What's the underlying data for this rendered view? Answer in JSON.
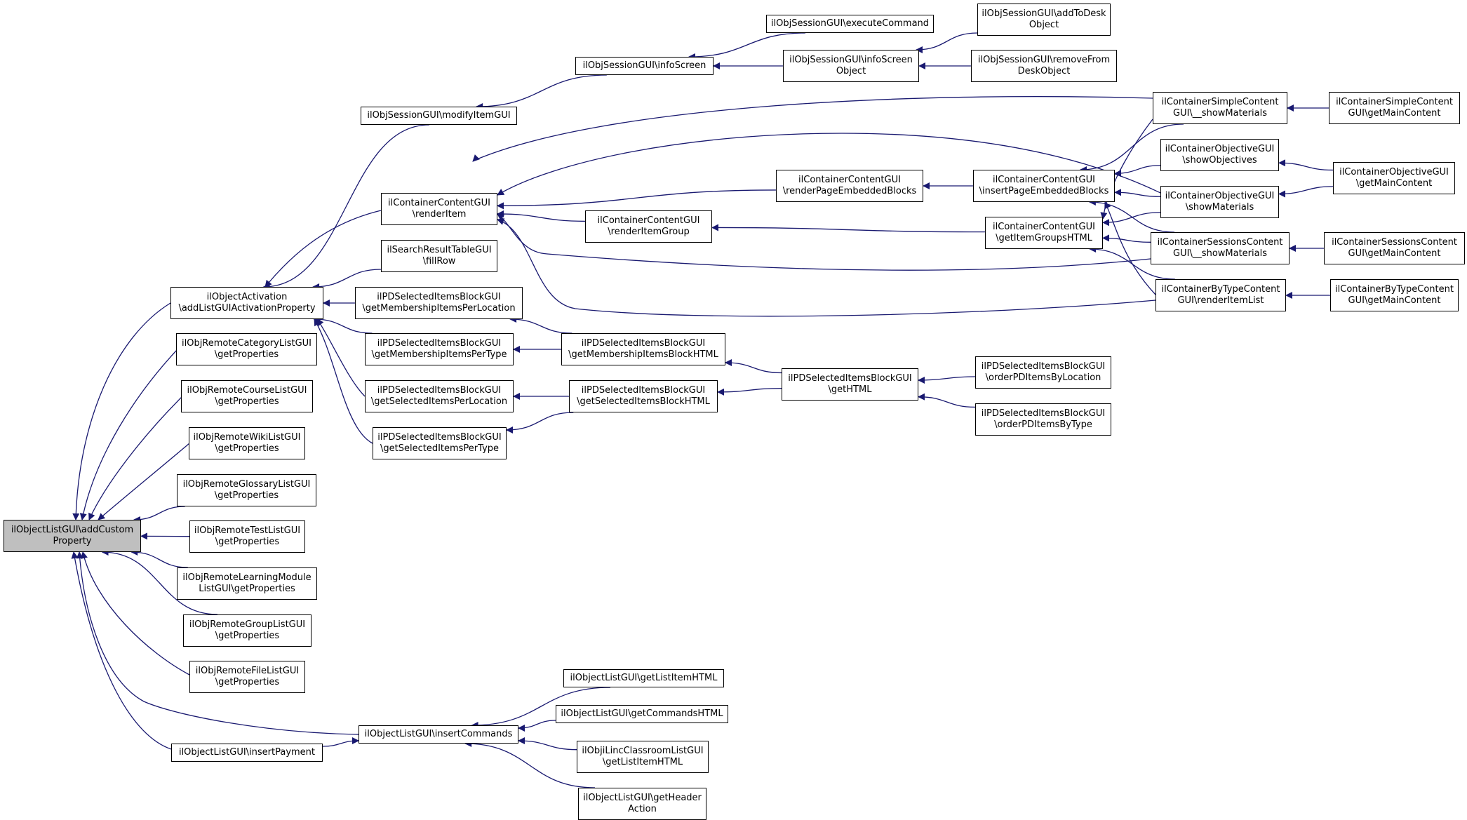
{
  "colors": {
    "edge": "#191970",
    "root_fill": "#bfbfbf",
    "node_fill": "#ffffff",
    "node_border": "#000000"
  },
  "nodes": [
    {
      "id": "root",
      "lines": [
        "ilObjectListGUI\\addCustom",
        "Property"
      ],
      "root": true
    },
    {
      "id": "oa",
      "lines": [
        "ilObjectActivation",
        "\\addListGUIActivationProperty"
      ]
    },
    {
      "id": "rcat",
      "lines": [
        "ilObjRemoteCategoryListGUI",
        "\\getProperties"
      ]
    },
    {
      "id": "rcrs",
      "lines": [
        "ilObjRemoteCourseListGUI",
        "\\getProperties"
      ]
    },
    {
      "id": "rwiki",
      "lines": [
        "ilObjRemoteWikiListGUI",
        "\\getProperties"
      ]
    },
    {
      "id": "rglo",
      "lines": [
        "ilObjRemoteGlossaryListGUI",
        "\\getProperties"
      ]
    },
    {
      "id": "rtst",
      "lines": [
        "ilObjRemoteTestListGUI",
        "\\getProperties"
      ]
    },
    {
      "id": "rlm",
      "lines": [
        "ilObjRemoteLearningModule",
        "ListGUI\\getProperties"
      ]
    },
    {
      "id": "rgrp",
      "lines": [
        "ilObjRemoteGroupListGUI",
        "\\getProperties"
      ]
    },
    {
      "id": "rfile",
      "lines": [
        "ilObjRemoteFileListGUI",
        "\\getProperties"
      ]
    },
    {
      "id": "pay",
      "lines": [
        "ilObjectListGUI\\insertPayment"
      ]
    },
    {
      "id": "ic",
      "lines": [
        "ilObjectListGUI\\insertCommands"
      ]
    },
    {
      "id": "smi",
      "lines": [
        "ilObjSessionGUI\\modifyItemGUI"
      ]
    },
    {
      "id": "ri",
      "lines": [
        "ilContainerContentGUI",
        "\\renderItem"
      ]
    },
    {
      "id": "srt",
      "lines": [
        "ilSearchResultTableGUI",
        "\\fillRow"
      ]
    },
    {
      "id": "pmloc",
      "lines": [
        "ilPDSelectedItemsBlockGUI",
        "\\getMembershipItemsPerLocation"
      ]
    },
    {
      "id": "pmtype",
      "lines": [
        "ilPDSelectedItemsBlockGUI",
        "\\getMembershipItemsPerType"
      ]
    },
    {
      "id": "psloc",
      "lines": [
        "ilPDSelectedItemsBlockGUI",
        "\\getSelectedItemsPerLocation"
      ]
    },
    {
      "id": "pstype",
      "lines": [
        "ilPDSelectedItemsBlockGUI",
        "\\getSelectedItemsPerType"
      ]
    },
    {
      "id": "sis",
      "lines": [
        "ilObjSessionGUI\\infoScreen"
      ]
    },
    {
      "id": "sexec",
      "lines": [
        "ilObjSessionGUI\\executeCommand"
      ]
    },
    {
      "id": "siso",
      "lines": [
        "ilObjSessionGUI\\infoScreen",
        "Object"
      ]
    },
    {
      "id": "sadd",
      "lines": [
        "ilObjSessionGUI\\addToDesk",
        "Object"
      ]
    },
    {
      "id": "srem",
      "lines": [
        "ilObjSessionGUI\\removeFrom",
        "DeskObject"
      ]
    },
    {
      "id": "rpeb",
      "lines": [
        "ilContainerContentGUI",
        "\\renderPageEmbeddedBlocks"
      ]
    },
    {
      "id": "rig",
      "lines": [
        "ilContainerContentGUI",
        "\\renderItemGroup"
      ]
    },
    {
      "id": "ipeb",
      "lines": [
        "ilContainerContentGUI",
        "\\insertPageEmbeddedBlocks"
      ]
    },
    {
      "id": "gigh",
      "lines": [
        "ilContainerContentGUI",
        "\\getItemGroupsHTML"
      ]
    },
    {
      "id": "csm",
      "lines": [
        "ilContainerSimpleContent",
        "GUI\\__showMaterials"
      ]
    },
    {
      "id": "csmain",
      "lines": [
        "ilContainerSimpleContent",
        "GUI\\getMainContent"
      ]
    },
    {
      "id": "cso",
      "lines": [
        "ilContainerObjectiveGUI",
        "\\showObjectives"
      ]
    },
    {
      "id": "cosm",
      "lines": [
        "ilContainerObjectiveGUI",
        "\\showMaterials"
      ]
    },
    {
      "id": "comain",
      "lines": [
        "ilContainerObjectiveGUI",
        "\\getMainContent"
      ]
    },
    {
      "id": "cssm",
      "lines": [
        "ilContainerSessionsContent",
        "GUI\\__showMaterials"
      ]
    },
    {
      "id": "cssmain",
      "lines": [
        "ilContainerSessionsContent",
        "GUI\\getMainContent"
      ]
    },
    {
      "id": "cbt",
      "lines": [
        "ilContainerByTypeContent",
        "GUI\\renderItemList"
      ]
    },
    {
      "id": "cbtmain",
      "lines": [
        "ilContainerByTypeContent",
        "GUI\\getMainContent"
      ]
    },
    {
      "id": "pgmb",
      "lines": [
        "ilPDSelectedItemsBlockGUI",
        "\\getMembershipItemsBlockHTML"
      ]
    },
    {
      "id": "pgsb",
      "lines": [
        "ilPDSelectedItemsBlockGUI",
        "\\getSelectedItemsBlockHTML"
      ]
    },
    {
      "id": "pgh",
      "lines": [
        "ilPDSelectedItemsBlockGUI",
        "\\getHTML"
      ]
    },
    {
      "id": "poloc",
      "lines": [
        "ilPDSelectedItemsBlockGUI",
        "\\orderPDItemsByLocation"
      ]
    },
    {
      "id": "potype",
      "lines": [
        "ilPDSelectedItemsBlockGUI",
        "\\orderPDItemsByType"
      ]
    },
    {
      "id": "glih",
      "lines": [
        "ilObjectListGUI\\getListItemHTML"
      ]
    },
    {
      "id": "gch",
      "lines": [
        "ilObjectListGUI\\getCommandsHTML"
      ]
    },
    {
      "id": "ilinc",
      "lines": [
        "ilObjiLincClassroomListGUI",
        "\\getListItemHTML"
      ]
    },
    {
      "id": "gha",
      "lines": [
        "ilObjectListGUI\\getHeader",
        "Action"
      ]
    }
  ],
  "edges": [
    [
      "oa",
      "root"
    ],
    [
      "rcat",
      "root"
    ],
    [
      "rcrs",
      "root"
    ],
    [
      "rwiki",
      "root"
    ],
    [
      "rglo",
      "root"
    ],
    [
      "rtst",
      "root"
    ],
    [
      "rlm",
      "root"
    ],
    [
      "rgrp",
      "root"
    ],
    [
      "rfile",
      "root"
    ],
    [
      "pay",
      "root"
    ],
    [
      "ic",
      "root"
    ],
    [
      "smi",
      "oa"
    ],
    [
      "ri",
      "oa"
    ],
    [
      "srt",
      "oa"
    ],
    [
      "pmloc",
      "oa"
    ],
    [
      "pmtype",
      "oa"
    ],
    [
      "psloc",
      "oa"
    ],
    [
      "pstype",
      "oa"
    ],
    [
      "sis",
      "smi"
    ],
    [
      "sexec",
      "sis"
    ],
    [
      "siso",
      "sis"
    ],
    [
      "sadd",
      "siso"
    ],
    [
      "srem",
      "siso"
    ],
    [
      "rpeb",
      "ri"
    ],
    [
      "rig",
      "ri"
    ],
    [
      "csm",
      "ri"
    ],
    [
      "cosm",
      "ri"
    ],
    [
      "cssm",
      "ri"
    ],
    [
      "cbt",
      "ri"
    ],
    [
      "ipeb",
      "rpeb"
    ],
    [
      "gigh",
      "rig"
    ],
    [
      "csm",
      "ipeb"
    ],
    [
      "cso",
      "ipeb"
    ],
    [
      "cosm",
      "ipeb"
    ],
    [
      "cssm",
      "ipeb"
    ],
    [
      "cbt",
      "ipeb"
    ],
    [
      "csm",
      "gigh"
    ],
    [
      "cosm",
      "gigh"
    ],
    [
      "cssm",
      "gigh"
    ],
    [
      "cbt",
      "gigh"
    ],
    [
      "csmain",
      "csm"
    ],
    [
      "comain",
      "cso"
    ],
    [
      "comain",
      "cosm"
    ],
    [
      "cssmain",
      "cssm"
    ],
    [
      "cbtmain",
      "cbt"
    ],
    [
      "pgmb",
      "pmloc"
    ],
    [
      "pgmb",
      "pmtype"
    ],
    [
      "pgsb",
      "psloc"
    ],
    [
      "pgsb",
      "pstype"
    ],
    [
      "pgh",
      "pgmb"
    ],
    [
      "pgh",
      "pgsb"
    ],
    [
      "poloc",
      "pgh"
    ],
    [
      "potype",
      "pgh"
    ],
    [
      "pay",
      "ic"
    ],
    [
      "glih",
      "ic"
    ],
    [
      "gch",
      "ic"
    ],
    [
      "ilinc",
      "ic"
    ],
    [
      "gha",
      "ic"
    ]
  ]
}
